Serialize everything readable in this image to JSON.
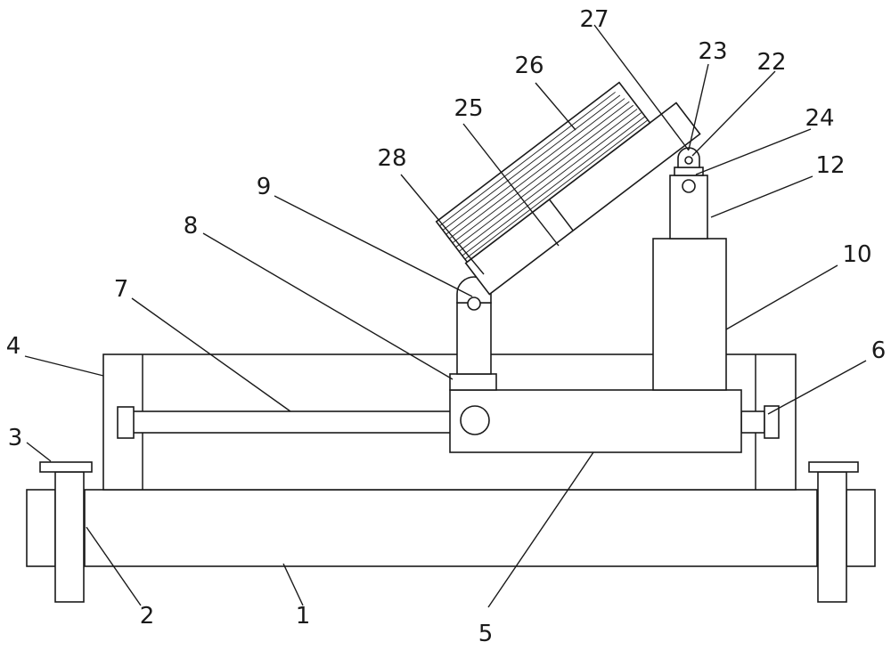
{
  "labels": {
    "l1": "1",
    "l2": "2",
    "l3": "3",
    "l4": "4",
    "l5": "5",
    "l6": "6",
    "l7": "7",
    "l8": "8",
    "l9": "9",
    "l10": "10",
    "l12": "12",
    "l22": "22",
    "l23": "23",
    "l24": "24",
    "l25": "25",
    "l26": "26",
    "l27": "27",
    "l28": "28"
  }
}
